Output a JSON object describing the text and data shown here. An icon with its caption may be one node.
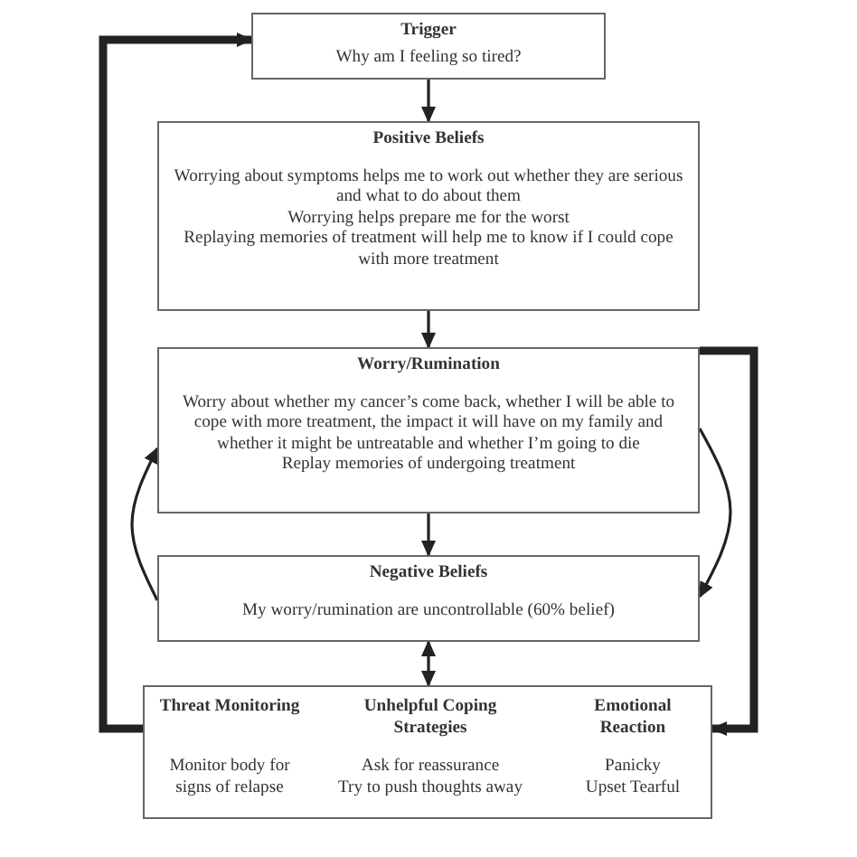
{
  "diagram": {
    "nodes": [
      {
        "text": [
          "Trigger",
          "Why am I feeling so tired?"
        ]
      },
      {
        "text": [
          "Positive Beliefs",
          "Worrying about symptoms helps me to work out whether they are serious and what to do about them",
          "Worrying helps prepare me for the worst",
          "Replaying memories of treatment will help me to know if I could cope with more treatment"
        ]
      },
      {
        "text": [
          "Worry/Rumination",
          "Worry about whether my cancer’s come back, whether I will be able to cope with more treatment, the impact it will have on my family and whether it might be untreatable and whether I’m going to die",
          "Replay memories of undergoing treatment"
        ]
      },
      {
        "text": [
          "Negative Beliefs",
          "My worry/rumination are uncontrollable (60% belief)"
        ]
      },
      {
        "text": [
          "Threat Monitoring",
          "Monitor body for signs of relapse",
          "Unhelpful Coping Strategies",
          "Ask for reassurance",
          "Try to push thoughts away",
          "Emotional Reaction",
          "Panicky",
          "Upset Tearful"
        ]
      }
    ],
    "edges": [
      {
        "from": 0,
        "to": 1,
        "arrow": "to"
      },
      {
        "from": 1,
        "to": 2,
        "arrow": "to"
      },
      {
        "from": 2,
        "to": 3,
        "arrow": "to"
      },
      {
        "from": 3,
        "to": 4,
        "arrow": "both"
      },
      {
        "from": 3,
        "to": 2,
        "arrow": "to"
      },
      {
        "from": 2,
        "to": 3,
        "arrow": "to"
      },
      {
        "from": 2,
        "to": 4,
        "arrow": "to",
        "style": "thick"
      },
      {
        "from": 4,
        "to": 0,
        "arrow": "to",
        "style": "thick"
      }
    ]
  }
}
